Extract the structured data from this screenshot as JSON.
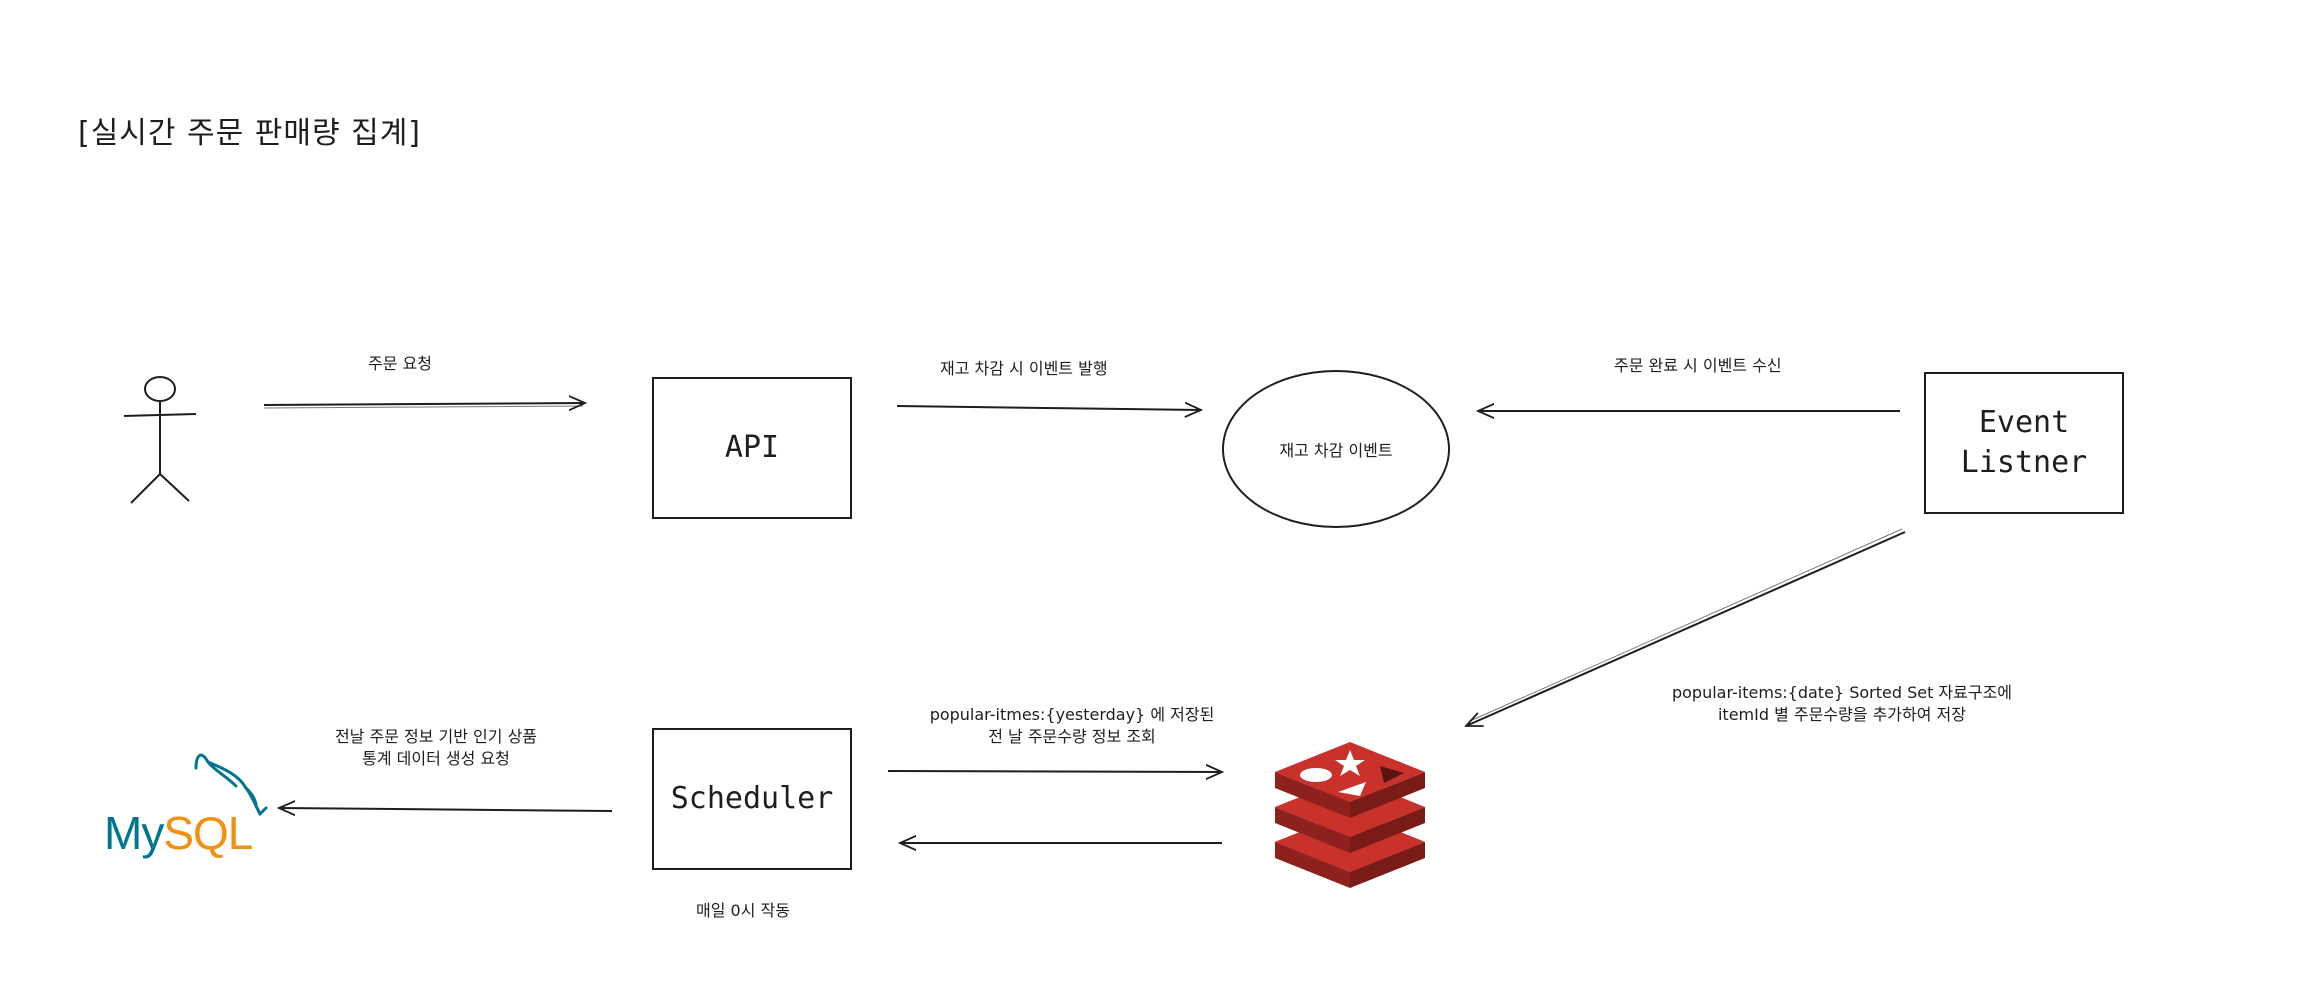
{
  "title": "[실시간 주문 판매량 집계]",
  "nodes": {
    "api": "API",
    "event_listener": [
      "Event",
      "Listner"
    ],
    "scheduler": "Scheduler",
    "event_ellipse": "재고 차감 이벤트",
    "mysql_logo": {
      "my": "My",
      "sql": "SQL"
    }
  },
  "edges": {
    "order_request": "주문 요청",
    "publish_event": "재고 차감 시 이벤트 발행",
    "receive_event": "주문 완료 시 이벤트 수신",
    "sorted_set_note": [
      "popular-items:{date} Sorted Set 자료구조에",
      "itemId 별 주문수량을 추가하여 저장"
    ],
    "query_note": [
      "popular-itmes:{yesterday} 에 저장된",
      "전 날 주문수량 정보 조회"
    ],
    "mysql_note": [
      "전날 주문 정보 기반 인기 상품",
      "통계 데이터 생성 요청"
    ],
    "schedule_note": "매일 0시 작동"
  },
  "colors": {
    "stroke": "#1e1e1e",
    "redis_top": "#c9312b",
    "redis_side": "#a52722",
    "redis_dark": "#7a1b17",
    "mysql_blue": "#00758f",
    "mysql_orange": "#f29111"
  },
  "icons": [
    "user-actor-icon",
    "redis-logo-icon",
    "mysql-logo-icon"
  ]
}
